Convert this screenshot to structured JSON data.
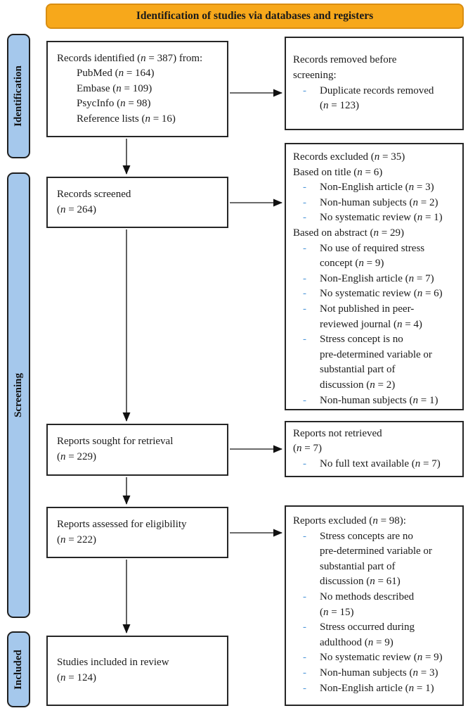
{
  "banner": {
    "label": "Identification of studies via databases and registers"
  },
  "sidebar": {
    "identification": "Identification",
    "screening": "Screening",
    "included": "Included"
  },
  "bullet": {
    "char": "-"
  },
  "colors": {
    "banner_bg": "#F7A81B",
    "banner_border": "#D98E12",
    "sidebar_bg": "#A5C8EC",
    "sidebar_border": "#1f1f1f",
    "box_border": "#262626",
    "dash": "#4D96D9",
    "arrow": "#3a3a3a",
    "text": "#1b1b1b"
  },
  "boxes": {
    "records_identified": {
      "lines": [
        {
          "text": "Records identified (n = 387) from:"
        },
        {
          "text": "PubMed (n = 164)",
          "style": "indent"
        },
        {
          "text": "Embase (n = 109)",
          "style": "indent"
        },
        {
          "text": "PsycInfo (n = 98)",
          "style": "indent"
        },
        {
          "text": "Reference lists (n = 16)",
          "style": "indent"
        }
      ]
    },
    "records_removed": {
      "lines": [
        {
          "text": "Records removed before"
        },
        {
          "text": "screening:"
        },
        {
          "text": "Duplicate records removed",
          "style": "bullet"
        },
        {
          "text": "(n = 123)",
          "style": "cont"
        }
      ]
    },
    "records_screened": {
      "lines": [
        {
          "text": "Records screened"
        },
        {
          "text": "(n = 264)"
        }
      ]
    },
    "records_excluded": {
      "lines": [
        {
          "text": "Records excluded (n = 35)"
        },
        {
          "text": "Based on title (n = 6)"
        },
        {
          "text": "Non-English article (n = 3)",
          "style": "bullet"
        },
        {
          "text": "Non-human subjects (n = 2)",
          "style": "bullet"
        },
        {
          "text": "No systematic review (n = 1)",
          "style": "bullet"
        },
        {
          "text": "Based on abstract (n = 29)"
        },
        {
          "text": "No use of required stress",
          "style": "bullet"
        },
        {
          "text": "concept (n = 9)",
          "style": "cont"
        },
        {
          "text": "Non-English article (n = 7)",
          "style": "bullet"
        },
        {
          "text": "No systematic review (n = 6)",
          "style": "bullet"
        },
        {
          "text": "Not published in peer-",
          "style": "bullet"
        },
        {
          "text": "reviewed journal (n = 4)",
          "style": "cont"
        },
        {
          "text": "Stress concept is no",
          "style": "bullet"
        },
        {
          "text": "pre-determined variable or",
          "style": "cont"
        },
        {
          "text": "substantial part of",
          "style": "cont"
        },
        {
          "text": "discussion (n = 2)",
          "style": "cont"
        },
        {
          "text": "Non-human subjects (n = 1)",
          "style": "bullet"
        }
      ]
    },
    "reports_sought": {
      "lines": [
        {
          "text": "Reports sought for retrieval"
        },
        {
          "text": "(n = 229)"
        }
      ]
    },
    "reports_not_retrieved": {
      "lines": [
        {
          "text": "Reports not retrieved"
        },
        {
          "text": "(n = 7)"
        },
        {
          "text": "No full text available (n = 7)",
          "style": "bullet"
        }
      ]
    },
    "reports_assessed": {
      "lines": [
        {
          "text": "Reports assessed for eligibility"
        },
        {
          "text": "(n = 222)"
        }
      ]
    },
    "reports_excluded": {
      "lines": [
        {
          "text": "Reports excluded (n = 98):"
        },
        {
          "text": "Stress concepts are no",
          "style": "bullet"
        },
        {
          "text": "pre-determined variable or",
          "style": "cont"
        },
        {
          "text": "substantial part of",
          "style": "cont"
        },
        {
          "text": "discussion (n = 61)",
          "style": "cont"
        },
        {
          "text": "No methods described",
          "style": "bullet"
        },
        {
          "text": "(n = 15)",
          "style": "cont"
        },
        {
          "text": "Stress occurred during",
          "style": "bullet"
        },
        {
          "text": "adulthood (n = 9)",
          "style": "cont"
        },
        {
          "text": "No systematic review (n = 9)",
          "style": "bullet"
        },
        {
          "text": "Non-human subjects (n = 3)",
          "style": "bullet"
        },
        {
          "text": "Non-English article (n = 1)",
          "style": "bullet"
        }
      ]
    },
    "studies_included": {
      "lines": [
        {
          "text": "Studies included in review"
        },
        {
          "text": "(n = 124)"
        }
      ]
    }
  }
}
